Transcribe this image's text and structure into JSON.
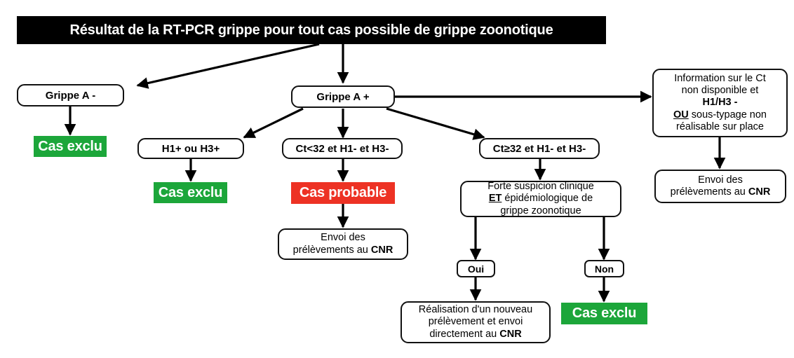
{
  "diagram": {
    "title": "Résultat de la RT-PCR grippe pour tout cas possible de grippe zoonotique",
    "language": "fr",
    "colors": {
      "banner_bg": "#000000",
      "banner_text": "#ffffff",
      "excluded_green": "#1ca63a",
      "probable_red": "#ed3224",
      "box_border": "#111111",
      "box_bg": "#ffffff",
      "edge": "#000000"
    },
    "nodes": {
      "title": {
        "label": "Résultat de la RT-PCR grippe pour tout cas possible de grippe zoonotique"
      },
      "grippe_a_neg": {
        "label": "Grippe A -"
      },
      "cas_exclu_1": {
        "label": "Cas exclu"
      },
      "grippe_a_pos": {
        "label": "Grippe A +"
      },
      "h1_ou_h3": {
        "label": "H1+ ou H3+"
      },
      "cas_exclu_2": {
        "label": "Cas exclu"
      },
      "ct_lt_32": {
        "label": "Ct<32 et H1- et H3-"
      },
      "cas_probable": {
        "label": "Cas probable"
      },
      "envoi_cnr_1": {
        "line1": "Envoi des",
        "line2_pre": "prélèvements au ",
        "line2_bold": "CNR"
      },
      "ct_ge_32": {
        "label": "Ct≥32 et H1- et H3-"
      },
      "forte_suspicion": {
        "line1": "Forte suspicion clinique",
        "line2_bold": "ET",
        "line2_rest": " épidémiologique de",
        "line3": "grippe zoonotique"
      },
      "oui": {
        "label": "Oui"
      },
      "non": {
        "label": "Non"
      },
      "nouveau_prelevement": {
        "line1": "Réalisation d'un nouveau",
        "line2": "prélèvement et envoi",
        "line3_pre": "directement au ",
        "line3_bold": "CNR"
      },
      "cas_exclu_3": {
        "label": "Cas exclu"
      },
      "info_ct": {
        "line1": "Information sur le Ct",
        "line2": "non disponible et",
        "line3_bold": "H1/H3 -",
        "line4_bold": "OU",
        "line4_rest": " sous-typage non",
        "line5": "réalisable sur place"
      },
      "envoi_cnr_2": {
        "line1": "Envoi des",
        "line2_pre": "prélèvements au ",
        "line2_bold": "CNR"
      }
    },
    "edges": [
      {
        "from": "title",
        "to": "grippe_a_neg",
        "style": "diagonal-arrow"
      },
      {
        "from": "title",
        "to": "grippe_a_pos",
        "style": "vertical-arrow"
      },
      {
        "from": "grippe_a_neg",
        "to": "cas_exclu_1",
        "style": "vertical-arrow"
      },
      {
        "from": "grippe_a_pos",
        "to": "h1_ou_h3",
        "style": "diagonal-arrow"
      },
      {
        "from": "grippe_a_pos",
        "to": "ct_lt_32",
        "style": "vertical-arrow"
      },
      {
        "from": "grippe_a_pos",
        "to": "ct_ge_32",
        "style": "diagonal-arrow"
      },
      {
        "from": "grippe_a_pos",
        "to": "info_ct",
        "style": "horizontal-arrow"
      },
      {
        "from": "h1_ou_h3",
        "to": "cas_exclu_2",
        "style": "vertical-arrow"
      },
      {
        "from": "ct_lt_32",
        "to": "cas_probable",
        "style": "vertical-arrow"
      },
      {
        "from": "cas_probable",
        "to": "envoi_cnr_1",
        "style": "vertical-arrow"
      },
      {
        "from": "ct_ge_32",
        "to": "forte_suspicion",
        "style": "vertical-arrow"
      },
      {
        "from": "forte_suspicion",
        "to": "oui",
        "style": "vertical-arrow"
      },
      {
        "from": "forte_suspicion",
        "to": "non",
        "style": "vertical-arrow"
      },
      {
        "from": "oui",
        "to": "nouveau_prelevement",
        "style": "vertical-arrow"
      },
      {
        "from": "non",
        "to": "cas_exclu_3",
        "style": "vertical-arrow"
      },
      {
        "from": "info_ct",
        "to": "envoi_cnr_2",
        "style": "vertical-arrow"
      }
    ]
  }
}
